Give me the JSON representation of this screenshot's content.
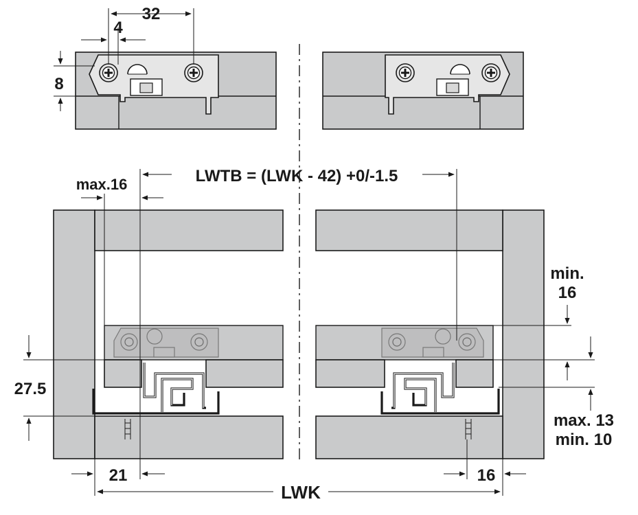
{
  "dimensions": {
    "top_spacing": "32",
    "top_offset": "4",
    "top_height": "8",
    "lwtb_formula": "LWTB = (LWK - 42) +0/-1.5",
    "max_16": "max.16",
    "min_label": "min.",
    "min_value": "16",
    "height_27_5": "27.5",
    "max_13": "max. 13",
    "min_10": "min. 10",
    "bottom_21": "21",
    "bottom_16": "16",
    "lwk": "LWK"
  },
  "colors": {
    "wood": "#c9cacb",
    "line": "#1a1a1a",
    "bracket": "#e6e6e6"
  }
}
